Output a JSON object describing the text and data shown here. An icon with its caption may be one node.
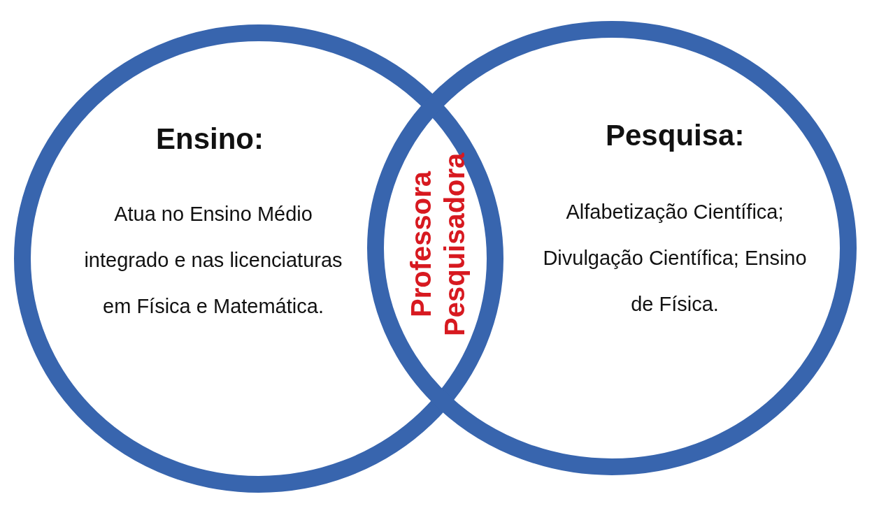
{
  "diagram": {
    "nodes": [
      {
        "text": [
          "Ensino:",
          "Atua no Ensino Médio integrado e nas licenciaturas em Física e Matemática."
        ]
      },
      {
        "text": [
          "Pesquisa:",
          "Alfabetização Científica; Divulgação Científica; Ensino de Física."
        ]
      },
      {
        "text": [
          "Professora Pesquisadora"
        ]
      }
    ]
  }
}
